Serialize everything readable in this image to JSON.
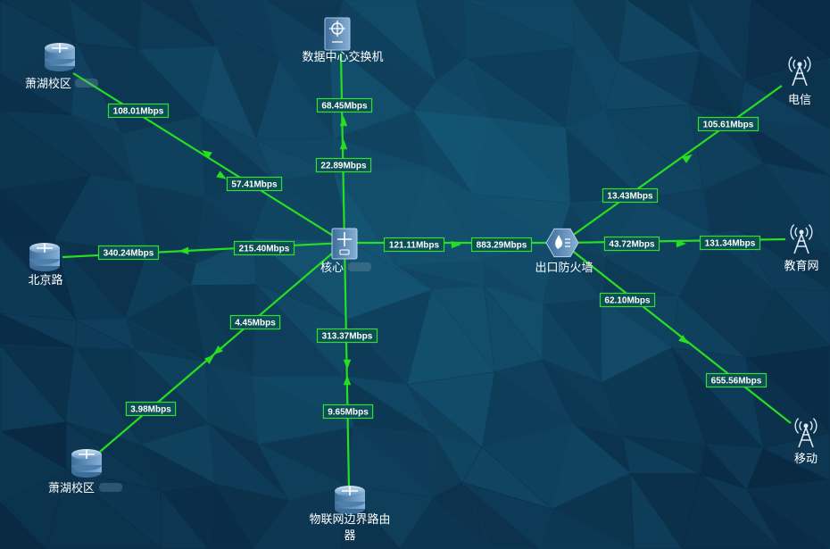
{
  "colors": {
    "link": "#26e01f",
    "label_border": "#33dd33",
    "label_fill": "#0c4f55",
    "background": "#0a2c4a"
  },
  "nodes": [
    {
      "id": "core",
      "label": "核心",
      "icon": "core-switch-icon"
    },
    {
      "id": "dc",
      "label": "数据中心交换机",
      "icon": "switch-icon"
    },
    {
      "id": "xh1",
      "label": "萧湖校区",
      "icon": "router-icon"
    },
    {
      "id": "bj",
      "label": "北京路",
      "icon": "router-icon"
    },
    {
      "id": "xh2",
      "label": "萧湖校区",
      "icon": "router-icon"
    },
    {
      "id": "iot",
      "label": "物联网边界路由器",
      "icon": "router-icon"
    },
    {
      "id": "fw",
      "label": "出口防火墙",
      "icon": "firewall-icon"
    },
    {
      "id": "dx",
      "label": "电信",
      "icon": "antenna-icon"
    },
    {
      "id": "jy",
      "label": "教育网",
      "icon": "antenna-icon"
    },
    {
      "id": "yd",
      "label": "移动",
      "icon": "antenna-icon"
    }
  ],
  "links": [
    {
      "id": "core-dc",
      "labels": [
        "22.89Mbps",
        "68.45Mbps"
      ]
    },
    {
      "id": "core-xh1",
      "labels": [
        "57.41Mbps",
        "108.01Mbps"
      ]
    },
    {
      "id": "core-bj",
      "labels": [
        "215.40Mbps",
        "340.24Mbps"
      ]
    },
    {
      "id": "core-xh2",
      "labels": [
        "4.45Mbps",
        "3.98Mbps"
      ]
    },
    {
      "id": "core-iot",
      "labels": [
        "313.37Mbps",
        "9.65Mbps"
      ]
    },
    {
      "id": "core-fw",
      "labels": [
        "121.11Mbps",
        "883.29Mbps"
      ]
    },
    {
      "id": "fw-dx",
      "labels": [
        "13.43Mbps",
        "105.61Mbps"
      ]
    },
    {
      "id": "fw-jy",
      "labels": [
        "43.72Mbps",
        "131.34Mbps"
      ]
    },
    {
      "id": "fw-yd",
      "labels": [
        "62.10Mbps",
        "655.56Mbps"
      ]
    }
  ]
}
